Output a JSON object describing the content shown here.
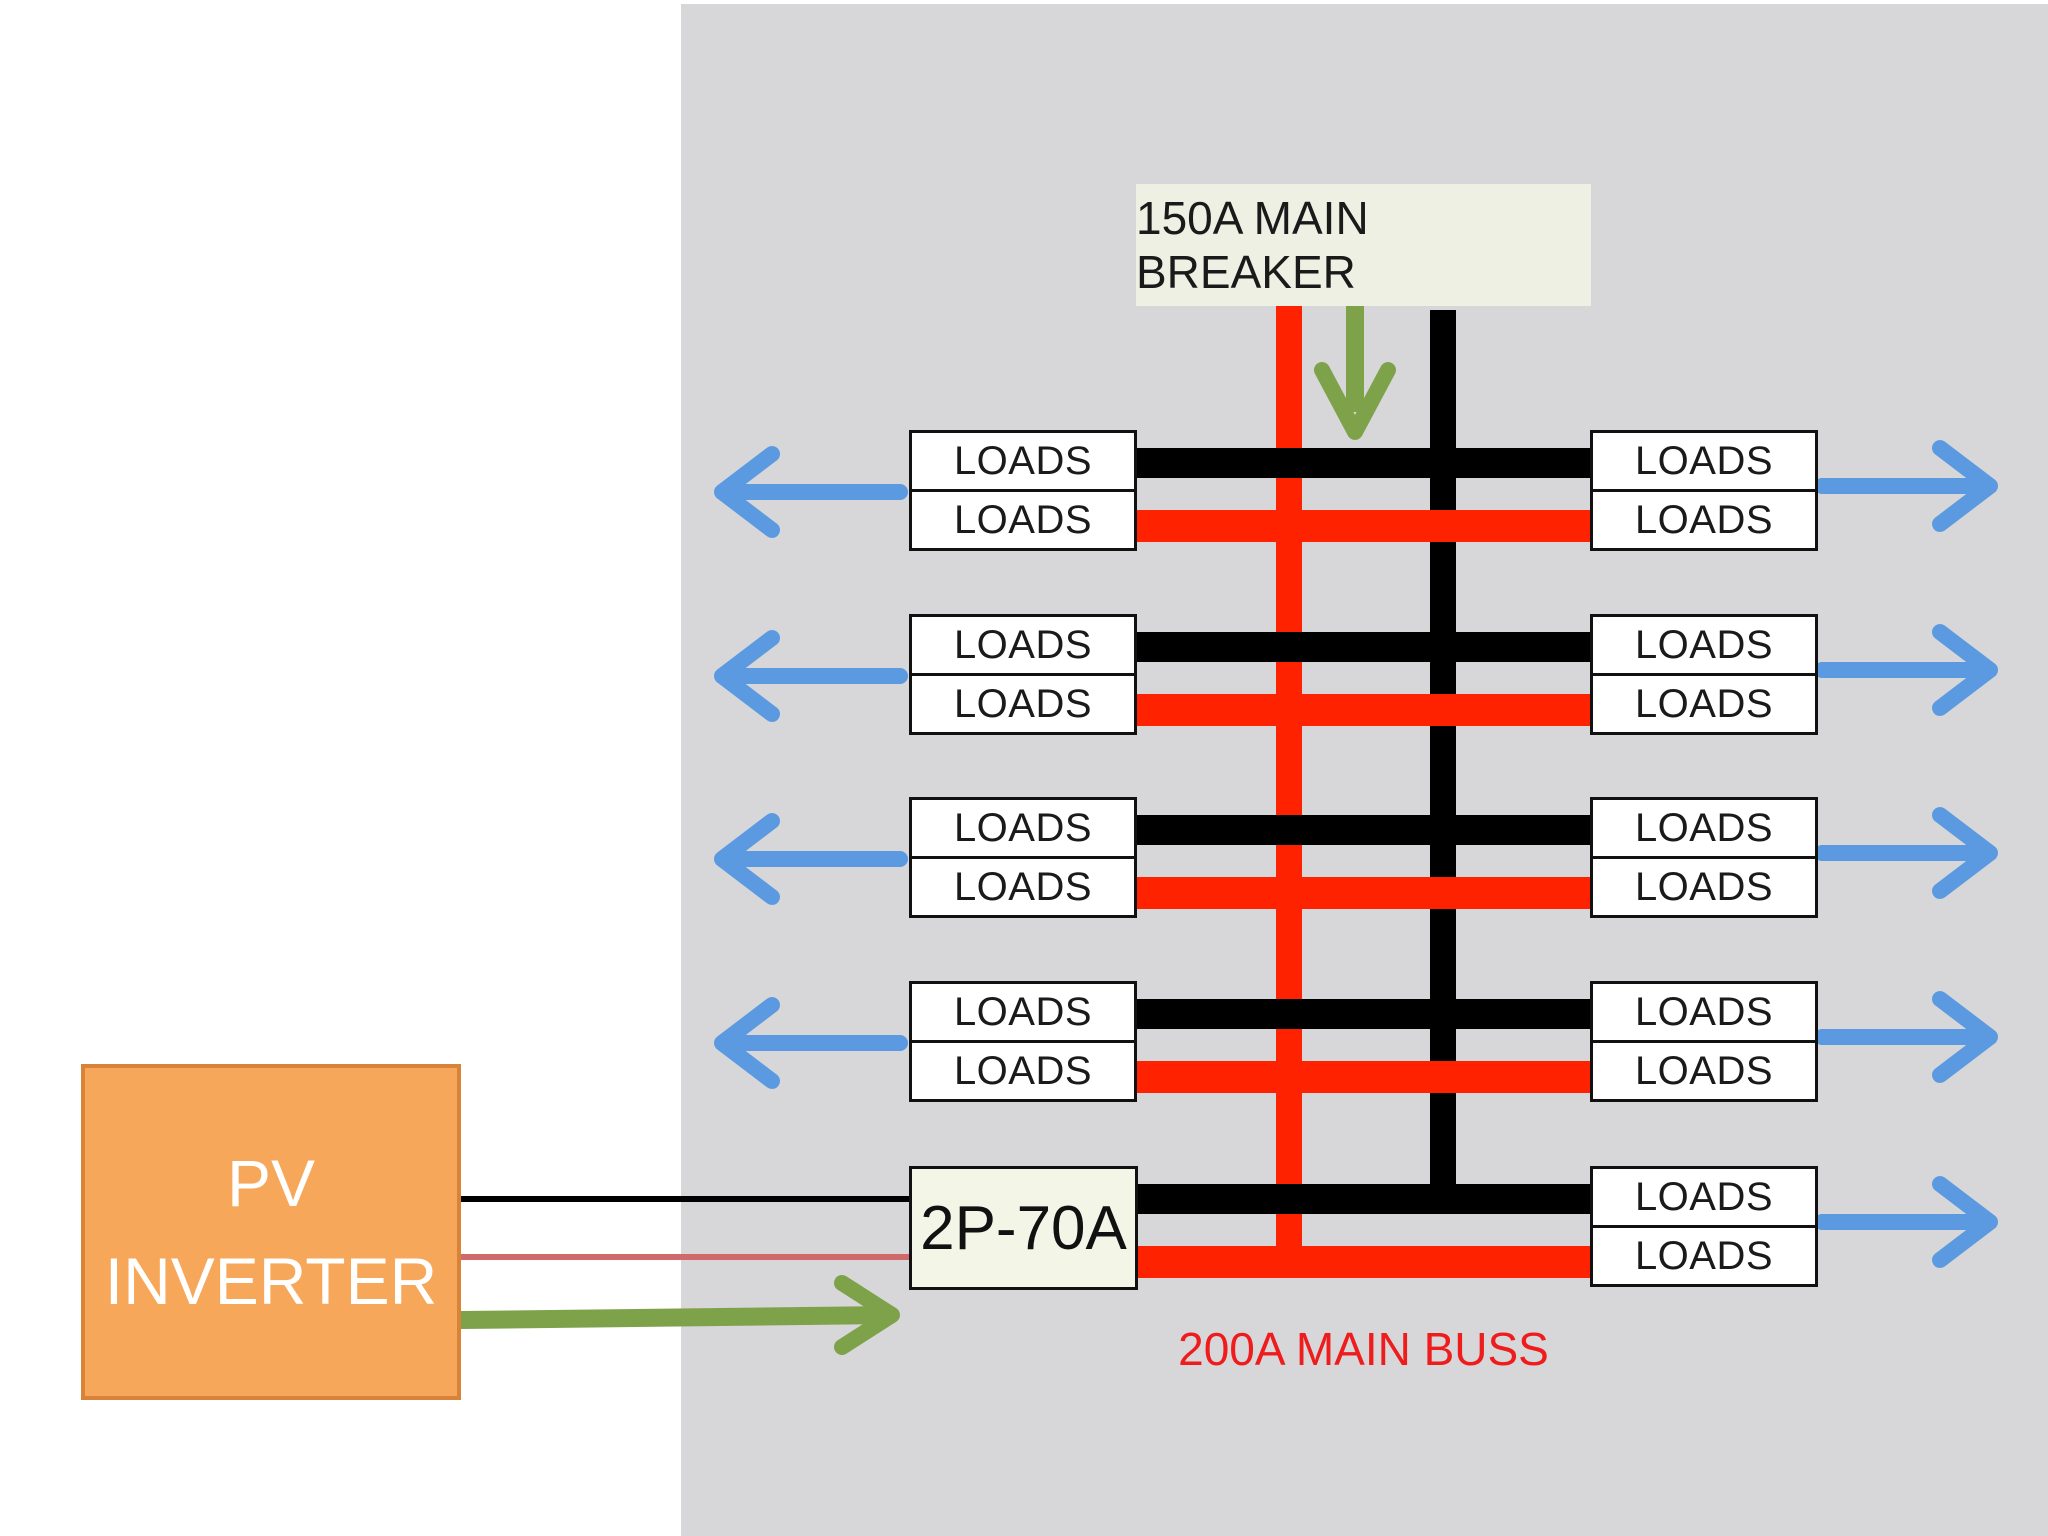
{
  "main_breaker": {
    "label": "150A MAIN BREAKER"
  },
  "main_buss": {
    "label": "200A MAIN BUSS"
  },
  "pv_inverter": {
    "line1": "PV",
    "line2": "INVERTER"
  },
  "backfeed_breaker": {
    "label": "2P-70A"
  },
  "loads_label": "LOADS",
  "colors": {
    "panel_background": "#d7d7d9",
    "buss_l1": "#ff2200",
    "buss_l2": "#000000",
    "current_arrow": "#7ea24a",
    "load_arrow": "#5b9ae0",
    "inverter_fill": "#f7a75a",
    "buss_label": "#ee1c1c",
    "inverter_red_wire": "#d06a6a"
  },
  "rows": [
    {
      "left": [
        "LOADS",
        "LOADS"
      ],
      "right": [
        "LOADS",
        "LOADS"
      ]
    },
    {
      "left": [
        "LOADS",
        "LOADS"
      ],
      "right": [
        "LOADS",
        "LOADS"
      ]
    },
    {
      "left": [
        "LOADS",
        "LOADS"
      ],
      "right": [
        "LOADS",
        "LOADS"
      ]
    },
    {
      "left": [
        "LOADS",
        "LOADS"
      ],
      "right": [
        "LOADS",
        "LOADS"
      ]
    },
    {
      "left": [],
      "right": [
        "LOADS",
        "LOADS"
      ]
    }
  ]
}
